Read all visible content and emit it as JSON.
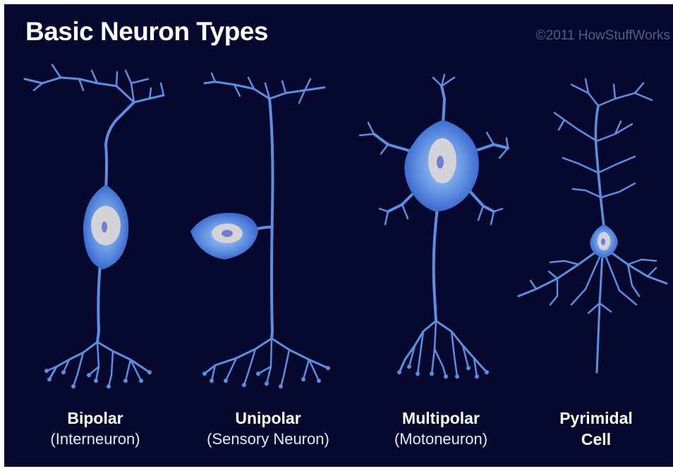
{
  "title": "Basic Neuron Types",
  "credit": "©2011 HowStuffWorks",
  "colors": {
    "background": "#06082e",
    "neuron": "#5b8fe0",
    "neuron_glow": "#3f6fd0",
    "nucleus": "#d4d4d8",
    "nucleolus": "#6f7fd6"
  },
  "neurons": [
    {
      "name": "Bipolar",
      "subtitle": "(Interneuron)"
    },
    {
      "name": "Unipolar",
      "subtitle": "(Sensory Neuron)"
    },
    {
      "name": "Multipolar",
      "subtitle": "(Motoneuron)"
    },
    {
      "name": "Pyrimidal",
      "subtitle": "Cell"
    }
  ]
}
